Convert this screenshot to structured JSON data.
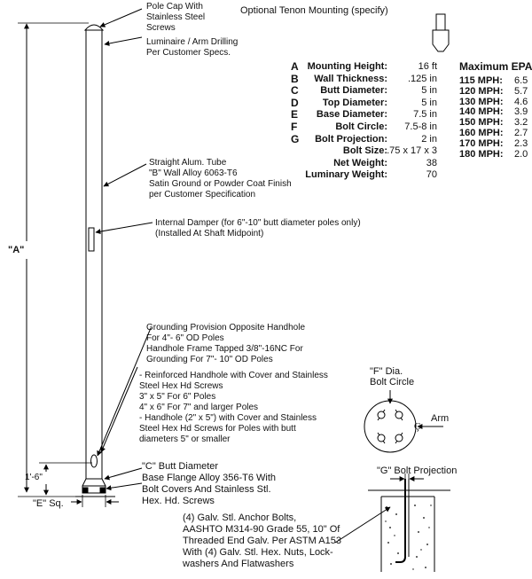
{
  "tenon_label": "Optional Tenon Mounting (specify)",
  "callouts": {
    "pole_cap": [
      "Pole Cap With",
      "Stainless Steel",
      "Screws"
    ],
    "luminaire": [
      "Luminaire / Arm Drilling",
      "Per Customer Specs."
    ],
    "tube": [
      "Straight Alum. Tube",
      "\"B\" Wall Alloy 6063-T6",
      "Satin Ground or Powder Coat Finish",
      "per Customer Specification"
    ],
    "damper": [
      "Internal Damper (for 6\"-10\" butt diameter poles only)",
      "(Installed At Shaft Midpoint)"
    ],
    "grounding": [
      "Grounding Provision Opposite Handhole",
      "For 4\"- 6\" OD Poles",
      "Handhole Frame Tapped 3/8\"-16NC For",
      "Grounding For 7\"- 10\" OD Poles"
    ],
    "handhole": [
      "- Reinforced Handhole with Cover and Stainless",
      "Steel Hex Hd Screws",
      "3\" x 5\" For 6\" Poles",
      "4\" x 6\" For 7\" and larger Poles",
      "- Handhole (2\" x 5\") with Cover and Stainless",
      "Steel Hex Hd Screws for Poles with butt",
      "diameters 5\" or smaller"
    ],
    "base": [
      "\"C\" Butt Diameter",
      "Base Flange Alloy 356-T6 With",
      "Bolt Covers And Stainless Stl.",
      "Hex. Hd. Screws"
    ],
    "anchor": [
      "(4) Galv. Stl. Anchor Bolts,",
      "AASHTO M314-90 Grade 55, 10\" Of",
      "Threaded End Galv. Per ASTM A153",
      "With (4) Galv. Stl. Hex. Nuts, Lock-",
      "washers And Flatwashers"
    ]
  },
  "dims": {
    "A": "\"A\"",
    "height_16": "1'-6\"",
    "E": "\"E\" Sq.",
    "F": [
      "\"F\" Dia.",
      "Bolt Circle"
    ],
    "arm": "Arm",
    "G": "\"G\" Bolt Projection"
  },
  "specs": [
    {
      "letter": "A",
      "label": "Mounting Height:",
      "value": "16 ft"
    },
    {
      "letter": "B",
      "label": "Wall Thickness:",
      "value": ".125 in"
    },
    {
      "letter": "C",
      "label": "Butt Diameter:",
      "value": "5 in"
    },
    {
      "letter": "D",
      "label": "Top Diameter:",
      "value": "5 in"
    },
    {
      "letter": "E",
      "label": "Base Diameter:",
      "value": "7.5 in"
    },
    {
      "letter": "F",
      "label": "Bolt Circle:",
      "value": "7.5-8 in"
    },
    {
      "letter": "G",
      "label": "Bolt Projection:",
      "value": "2 in"
    },
    {
      "letter": "",
      "label": "Bolt Size:",
      "value": ".75 x 17 x 3"
    },
    {
      "letter": "",
      "label": "Net Weight:",
      "value": "38"
    },
    {
      "letter": "",
      "label": "Luminary Weight:",
      "value": "70"
    }
  ],
  "epa": {
    "title": "Maximum EPA",
    "rows": [
      {
        "label": "115 MPH:",
        "value": "6.5"
      },
      {
        "label": "120 MPH:",
        "value": "5.7"
      },
      {
        "label": "130 MPH:",
        "value": "4.6"
      },
      {
        "label": "140 MPH:",
        "value": "3.9"
      },
      {
        "label": "150 MPH:",
        "value": "3.2"
      },
      {
        "label": "160 MPH:",
        "value": "2.7"
      },
      {
        "label": "170 MPH:",
        "value": "2.3"
      },
      {
        "label": "180 MPH:",
        "value": "2.0"
      }
    ]
  }
}
